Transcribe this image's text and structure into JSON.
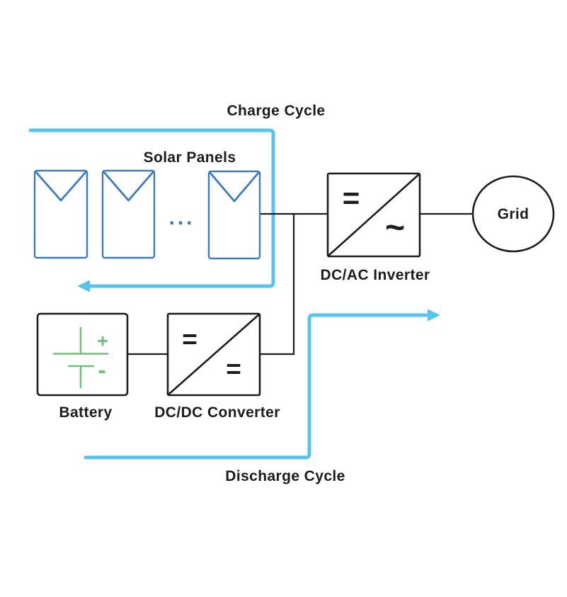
{
  "diagram_title": "Solar / battery / grid power flow diagram",
  "flows": {
    "charge": {
      "label": "Charge Cycle",
      "color": "#53c5ee",
      "path": "from solar panels bus, left along top, down right of panels, arrow pointing left above battery row",
      "arrow_direction": "left"
    },
    "discharge": {
      "label": "Discharge Cycle",
      "color": "#53c5ee",
      "path": "from below battery row, up right of converter, arrow pointing right below inverter",
      "arrow_direction": "right"
    }
  },
  "nodes": {
    "solar_panels": {
      "label": "Solar Panels",
      "panel_count_shown": 3,
      "ellipsis": "...",
      "outline_color": "#3d7abf"
    },
    "dcac_inverter": {
      "label": "DC/AC Inverter",
      "dc_symbol": "=",
      "ac_symbol": "~"
    },
    "grid": {
      "label": "Grid"
    },
    "battery": {
      "label": "Battery",
      "plus": "+",
      "minus": "-",
      "symbol_color": "#6fc27a"
    },
    "dcdc_converter": {
      "label": "DC/DC Converter",
      "dc_symbol_top": "=",
      "dc_symbol_bottom": "="
    }
  },
  "colors": {
    "wire_black": "#1d1d1d",
    "cycle_cyan": "#53c5ee",
    "panel_blue": "#3d7abf",
    "battery_green": "#6fc27a",
    "background": "#ffffff"
  }
}
